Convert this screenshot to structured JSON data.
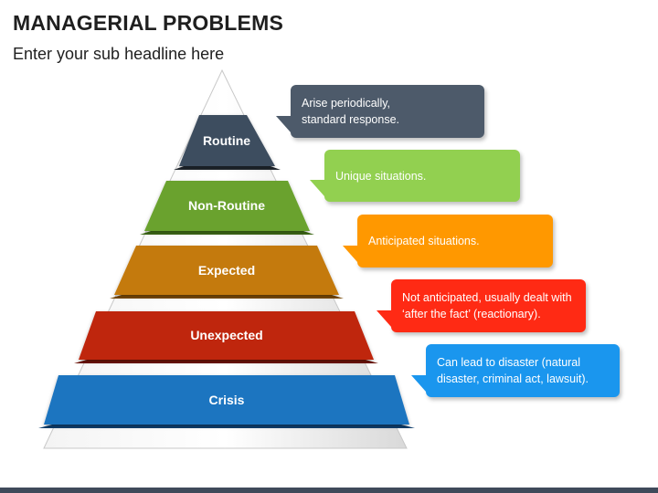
{
  "title": "MANAGERIAL PROBLEMS",
  "subtitle": "Enter your sub headline here",
  "colors": {
    "routine": "#3d4d5f",
    "non_routine": "#6aa22e",
    "expected": "#c47a0f",
    "unexpected": "#bf2611",
    "crisis": "#1f74c0",
    "callout_routine": "#4d5a6a",
    "callout_non_routine": "#92d050",
    "callout_expected": "#ff9800",
    "callout_unexpected": "#ff2a14",
    "callout_crisis": "#1a96ee"
  },
  "levels": [
    {
      "label": "Routine",
      "callout": "Arise periodically,\nstandard response."
    },
    {
      "label": "Non-Routine",
      "callout": "Unique situations."
    },
    {
      "label": "Expected",
      "callout": "Anticipated situations."
    },
    {
      "label": "Unexpected",
      "callout": "Not anticipated, usually dealt with\n‘after the fact’ (reactionary)."
    },
    {
      "label": "Crisis",
      "callout": "Can lead to disaster (natural\ndisaster, criminal act, lawsuit)."
    }
  ]
}
